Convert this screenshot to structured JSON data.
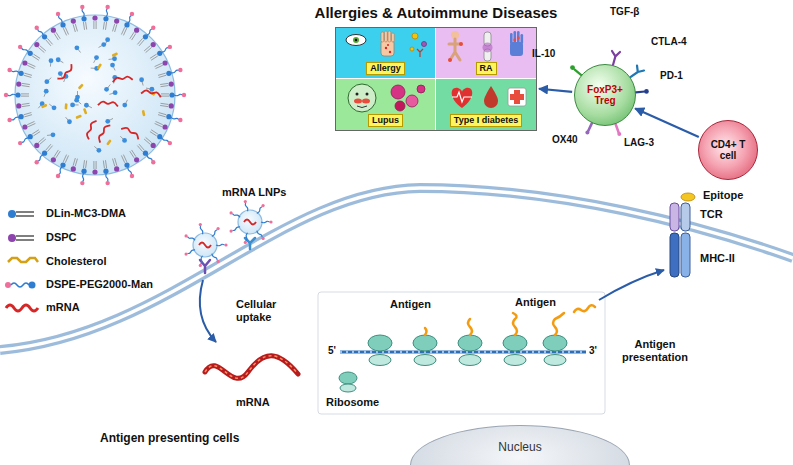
{
  "diagram": {
    "nodes": [
      {
        "text": [
          "Allergies & Autoimmune Diseases"
        ]
      },
      {
        "text": [
          "Allergy"
        ],
        "in": 0
      },
      {
        "text": [
          "RA"
        ],
        "in": 0
      },
      {
        "text": [
          "Lupus"
        ],
        "in": 0
      },
      {
        "text": [
          "Type I diabetes"
        ],
        "in": 0
      },
      {
        "text": [
          "FoxP3+ Treg"
        ]
      },
      {
        "text": [
          "CD4+ T cell"
        ]
      },
      {
        "text": [
          "Nucleus"
        ]
      }
    ],
    "edges": [
      {
        "from": 6,
        "to": 5,
        "arrow": "to"
      },
      {
        "from": 5,
        "to": 0,
        "arrow": "to"
      }
    ],
    "labels": [
      "mRNA LNPs",
      "IL-10",
      "TGF-β",
      "CTLA-4",
      "PD-1",
      "OX40",
      "LAG-3",
      "Epitope",
      "TCR",
      "MHC-II",
      "Cellular uptake",
      "mRNA",
      "Antigen",
      "Antigen",
      "5'",
      "3'",
      "Antigen presentation",
      "Ribosome",
      "Antigen presenting cells"
    ],
    "legend": [
      {
        "text": "DLin-MC3-DMA"
      },
      {
        "text": "DSPC"
      },
      {
        "text": "Cholesterol"
      },
      {
        "text": "DSPE-PEG2000-Man"
      },
      {
        "text": "mRNA"
      }
    ]
  }
}
